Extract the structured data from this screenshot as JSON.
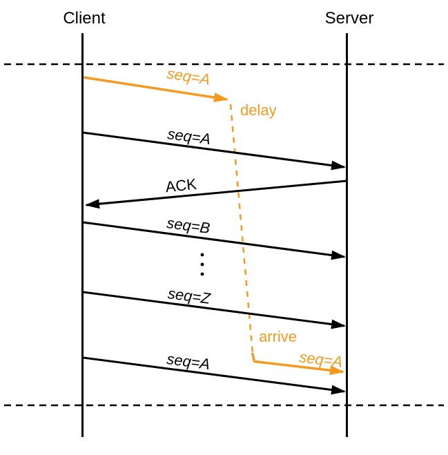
{
  "actors": {
    "client": "Client",
    "server": "Server"
  },
  "messages": {
    "delayed_send_label": "seq=A",
    "delay_note": "delay",
    "first_send_label": "seq=A",
    "ack_label": "ACK",
    "second_send_label": "seq=B",
    "ellipsis": "⋮",
    "last_send_label": "seq=Z",
    "retransmit_label": "seq=A",
    "arrive_note": "arrive",
    "delayed_arrival_label": "seq=A"
  },
  "colors": {
    "highlight": "#F59A1E",
    "line": "#000000"
  }
}
